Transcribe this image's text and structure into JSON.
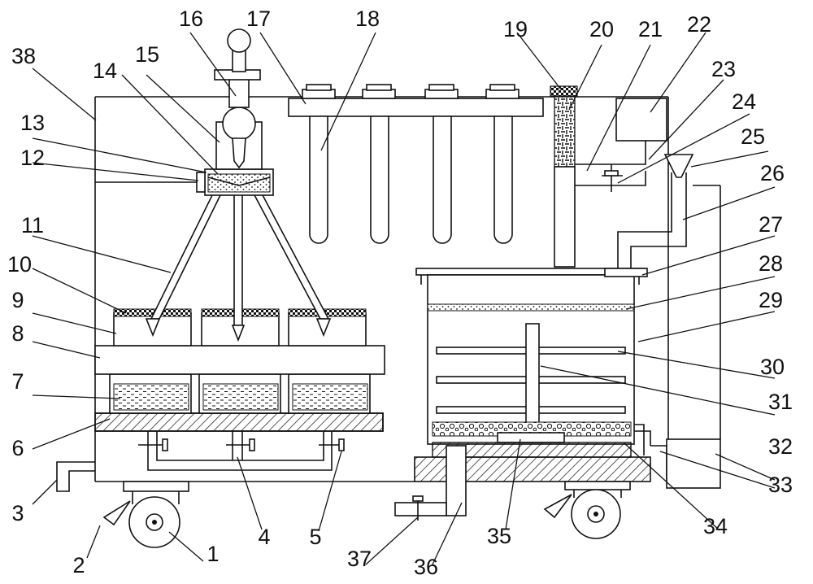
{
  "labels": [
    "1",
    "2",
    "3",
    "4",
    "5",
    "6",
    "7",
    "8",
    "9",
    "10",
    "11",
    "12",
    "13",
    "14",
    "15",
    "16",
    "17",
    "18",
    "19",
    "20",
    "21",
    "22",
    "23",
    "24",
    "25",
    "26",
    "27",
    "28",
    "29",
    "30",
    "31",
    "32",
    "33",
    "34",
    "35",
    "36",
    "37",
    "38"
  ]
}
